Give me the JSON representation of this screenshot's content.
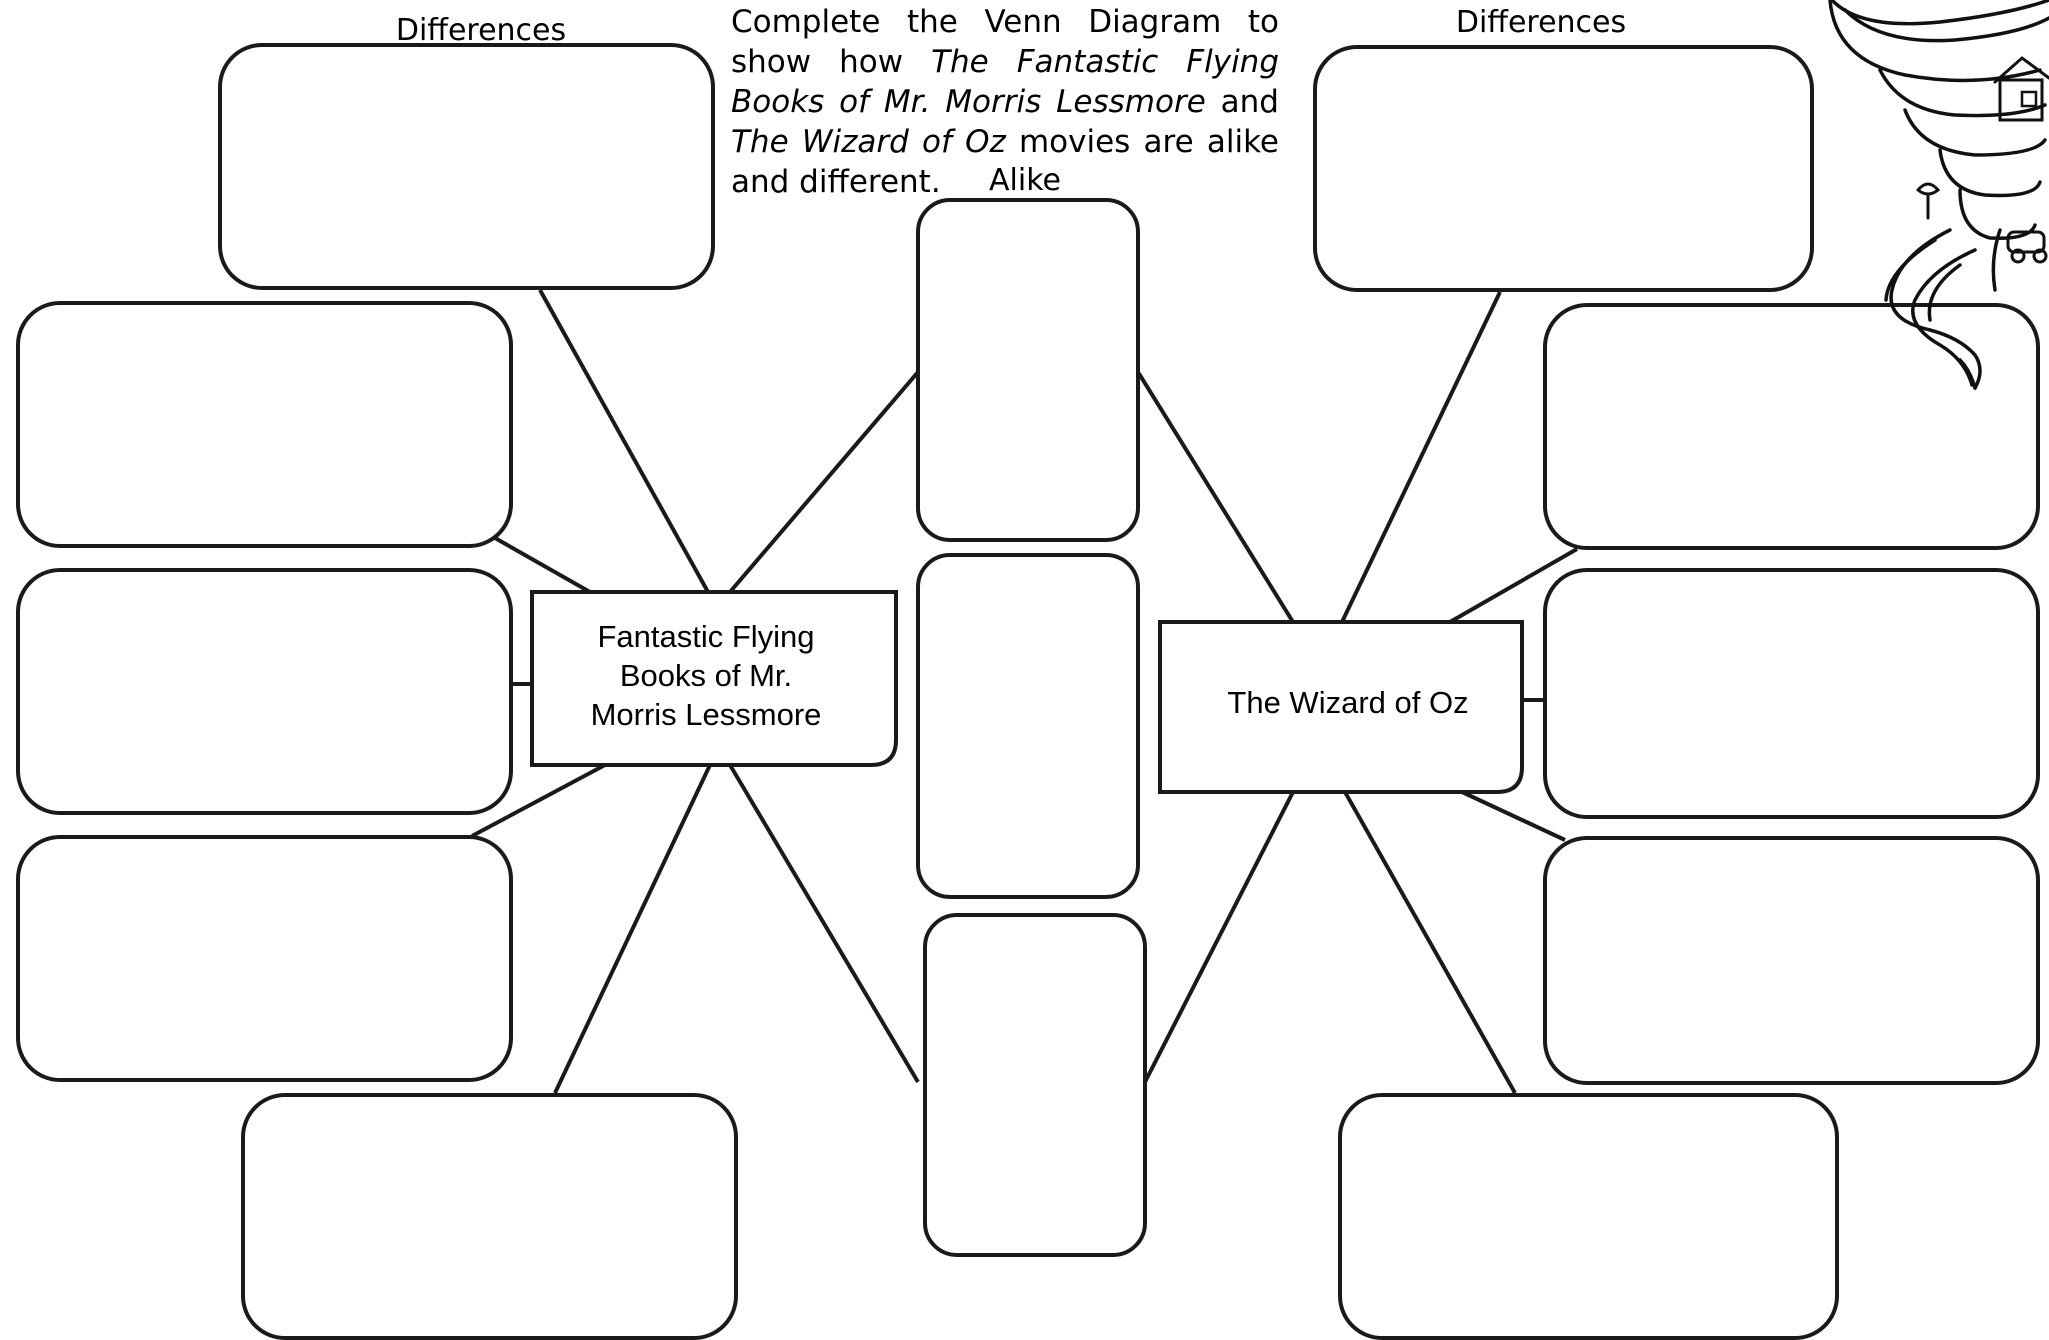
{
  "headers": {
    "left_differences": "Differences",
    "right_differences": "Differences",
    "alike": "Alike"
  },
  "instructions": {
    "part1": "Complete the Venn Diagram to show how ",
    "title1": "The Fantastic Flying Books of Mr. Morris Lessmore",
    "part2": " and ",
    "title2": "The Wizard of Oz",
    "part3": " movies are alike and different."
  },
  "centers": {
    "left": [
      "Fantastic Flying",
      "Books of Mr.",
      "Morris Lessmore"
    ],
    "right": "The Wizard of Oz"
  },
  "decoration": {
    "icon": "tornado-icon"
  },
  "colors": {
    "stroke": "#1a1a1a",
    "background": "#ffffff"
  }
}
